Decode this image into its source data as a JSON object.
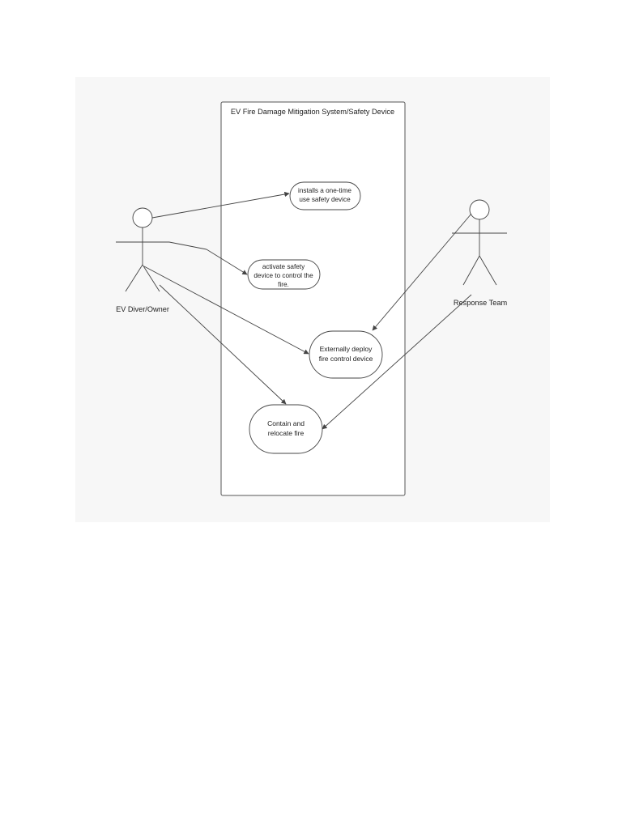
{
  "diagram": {
    "system_title": "EV Fire Damage Mitigation System/Safety Device",
    "actors": {
      "owner": {
        "label": "EV Diver/Owner"
      },
      "team": {
        "label": "Response Team"
      }
    },
    "use_cases": {
      "install": {
        "lines": [
          "installs a one-time",
          "use safety device"
        ]
      },
      "activate": {
        "lines": [
          "activate safety",
          "device to control the",
          "fire."
        ]
      },
      "deploy": {
        "lines": [
          "Externally deploy",
          "fire control device"
        ]
      },
      "contain": {
        "lines": [
          "Contain and",
          "relocate fire"
        ]
      }
    },
    "colors": {
      "line": "#444444",
      "figure_background": "#f7f7f7"
    }
  }
}
